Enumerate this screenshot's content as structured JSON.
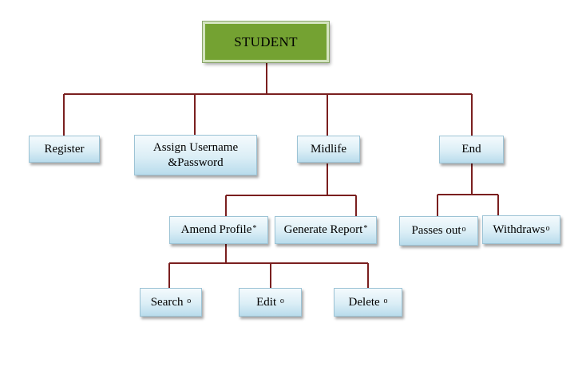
{
  "diagram": {
    "root": {
      "label": "STUDENT"
    },
    "level1": [
      {
        "id": "register",
        "label": "Register"
      },
      {
        "id": "assign",
        "label": "Assign Username &Password"
      },
      {
        "id": "midlife",
        "label": "Midlife"
      },
      {
        "id": "end",
        "label": "End"
      }
    ],
    "midlife_children": [
      {
        "id": "amend",
        "label": "Amend Profile",
        "mark": "*"
      },
      {
        "id": "generate",
        "label": "Generate Report",
        "mark": "*"
      }
    ],
    "amend_children": [
      {
        "id": "search",
        "label": "Search",
        "mark": "o"
      },
      {
        "id": "edit",
        "label": "Edit",
        "mark": "o"
      },
      {
        "id": "delete",
        "label": "Delete",
        "mark": "o"
      }
    ],
    "end_children": [
      {
        "id": "passes",
        "label": "Passes out",
        "mark": "o"
      },
      {
        "id": "withdraws",
        "label": "Withdraws",
        "mark": "o"
      }
    ],
    "colors": {
      "connector": "#7a1f1f",
      "root_fill": "#74a232",
      "node_fill": "#dbeef6"
    }
  }
}
